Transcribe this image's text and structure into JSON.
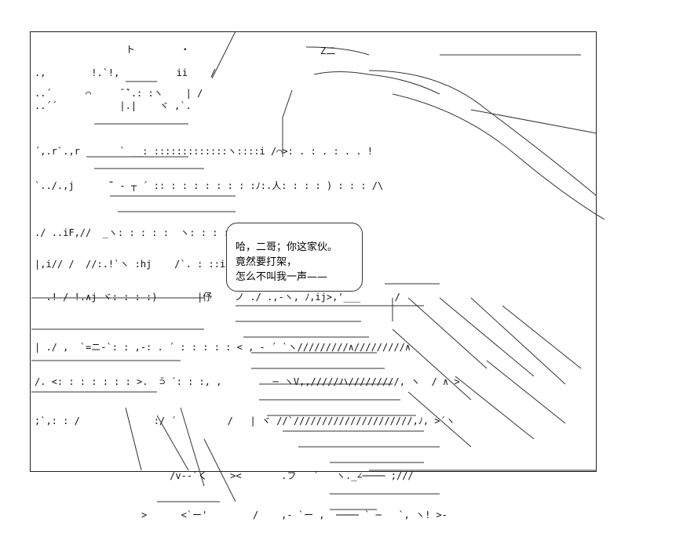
{
  "bubble": {
    "lines": [
      "哈，二哥；你这家伙。",
      "竟然要打架，",
      "怎么不叫我一声——"
    ]
  },
  "art": {
    "top_mark": "Z二"
  }
}
